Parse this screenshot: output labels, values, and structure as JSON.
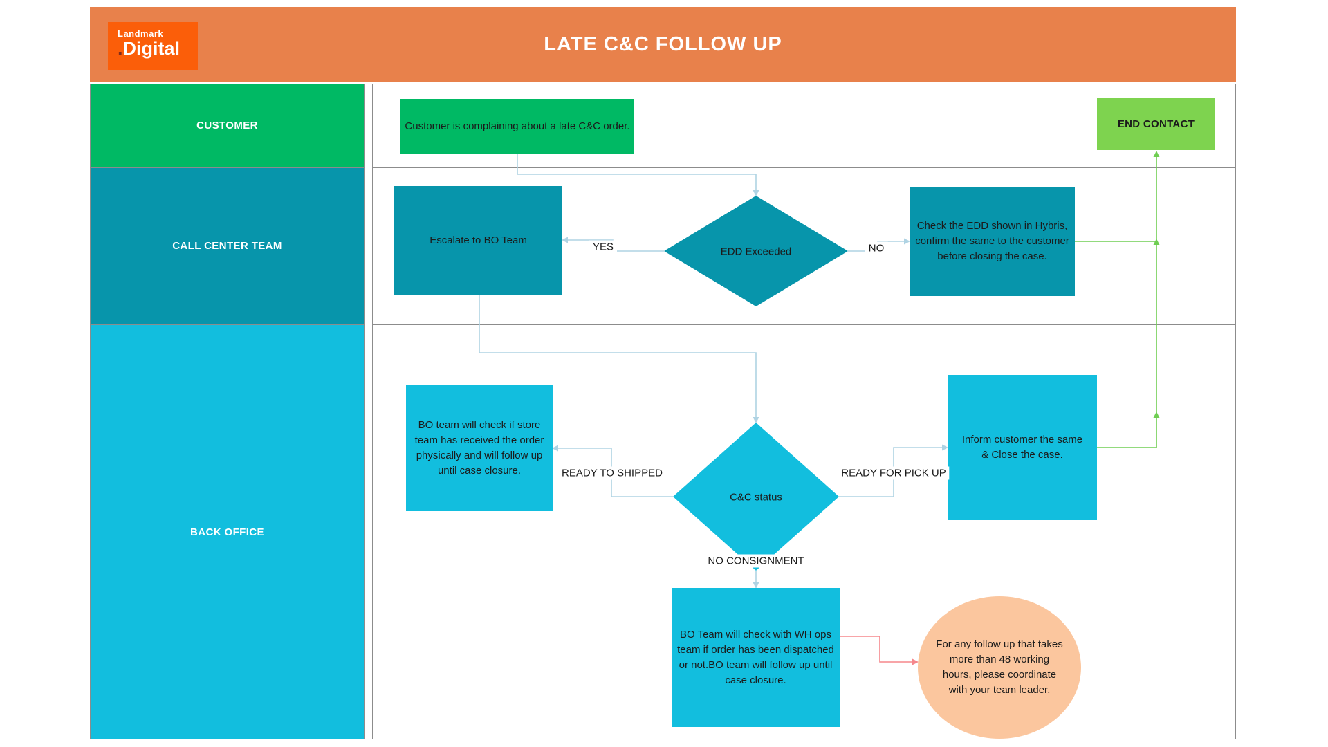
{
  "header": {
    "title": "LATE C&C FOLLOW UP",
    "logo_line1": "Landmark",
    "logo_dot": ".",
    "logo_line2": "Digital"
  },
  "lanes": {
    "customer": "CUSTOMER",
    "call_center": "CALL CENTER TEAM",
    "back_office": "BACK OFFICE"
  },
  "nodes": {
    "complaint": "Customer is complaining about a late C&C order.",
    "end_contact": "END CONTACT",
    "escalate": "Escalate to BO Team",
    "edd_decision": "EDD Exceeded",
    "check_edd": "Check the EDD shown in Hybris, confirm the same to the customer before closing the case.",
    "bo_store": "BO team will check if store team has received the order physically and will follow up until case closure.",
    "cc_status": "C&C status",
    "inform": "Inform customer the same & Close the case.",
    "wh_ops": "BO Team will check with WH ops team if order has been dispatched or not.BO team will follow up until case closure.",
    "leader_note": "For any follow up that takes more than 48 working hours, please coordinate with your team leader."
  },
  "edge_labels": {
    "yes": "YES",
    "no": "NO",
    "ready_shipped": "READY TO SHIPPED",
    "ready_pickup": "READY FOR PICK UP",
    "no_consignment": "NO CONSIGNMENT"
  },
  "colors": {
    "header_orange": "#E8814B",
    "logo_orange": "#FB5E09",
    "customer_green": "#00B964",
    "end_contact_green": "#7ED34F",
    "call_center_teal": "#0795AB",
    "back_office_cyan": "#12BEDE",
    "note_peach": "#FBC69E",
    "connector_blue": "#AFD3E3",
    "connector_green": "#6FCE52",
    "connector_red": "#F5878C",
    "border_gray": "#8C8C8C"
  }
}
